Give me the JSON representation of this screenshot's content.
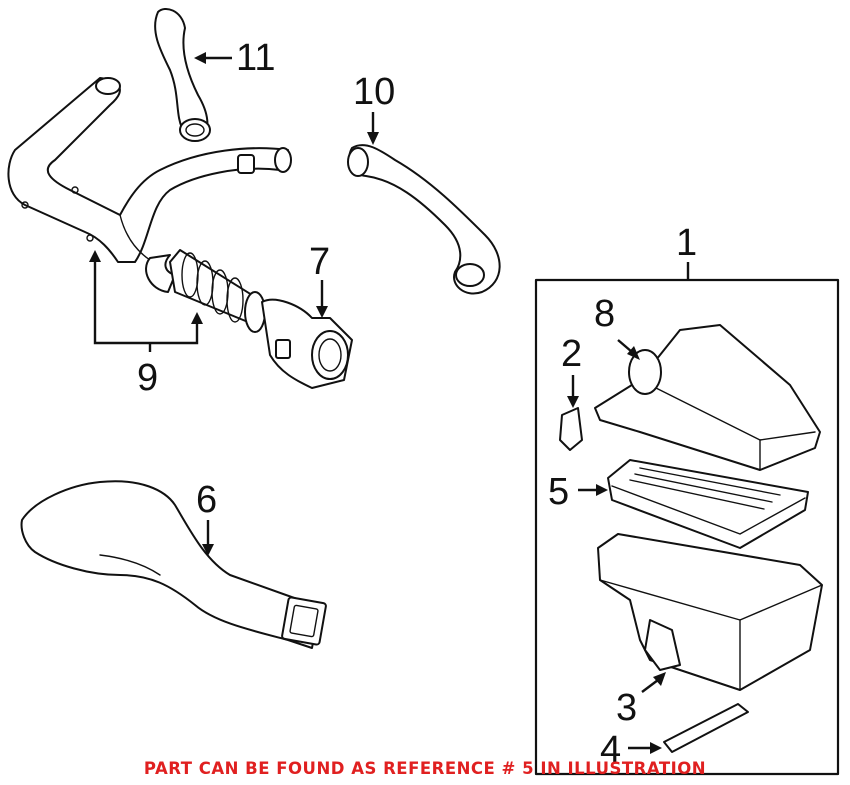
{
  "callouts": {
    "c1": "1",
    "c2": "2",
    "c3": "3",
    "c4": "4",
    "c5": "5",
    "c6": "6",
    "c7": "7",
    "c8": "8",
    "c9": "9",
    "c10": "10",
    "c11": "11"
  },
  "footer_note": "PART CAN BE FOUND AS REFERENCE # 5 IN ILLUSTRATION",
  "colors": {
    "line": "#111111",
    "background": "#ffffff",
    "note": "#e02020"
  }
}
